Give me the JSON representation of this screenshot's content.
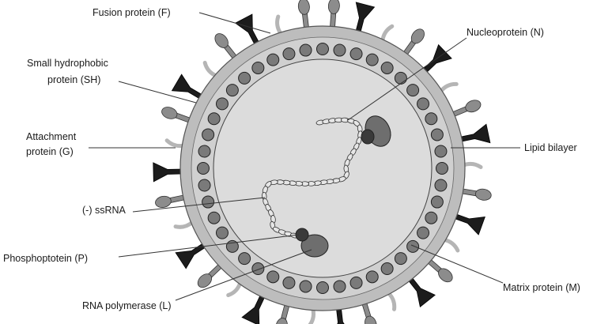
{
  "labels": {
    "fusion": "Fusion protein (F)",
    "sh_line1": "Small hydrophobic",
    "sh_line2": "protein (SH)",
    "attach_line1": "Attachment",
    "attach_line2": "protein (G)",
    "ssrna": "(-) ssRNA",
    "phospho": "Phosphoptotein (P)",
    "polymerase": "RNA polymerase (L)",
    "nucleoprotein": "Nucleoprotein (N)",
    "lipid": "Lipid bilayer",
    "matrix": "Matrix protein (M)"
  },
  "colors": {
    "interior": "#dcdcdc",
    "membrane": "#bdbdbd",
    "matrix_bead": "#7a7a7a",
    "fusion": "#8c8c8c",
    "attachment": "#1c1c1c",
    "sh": "#b5b5b5",
    "rna_segment": "#e6e6e6",
    "polymerase": "#6e6e6e"
  }
}
